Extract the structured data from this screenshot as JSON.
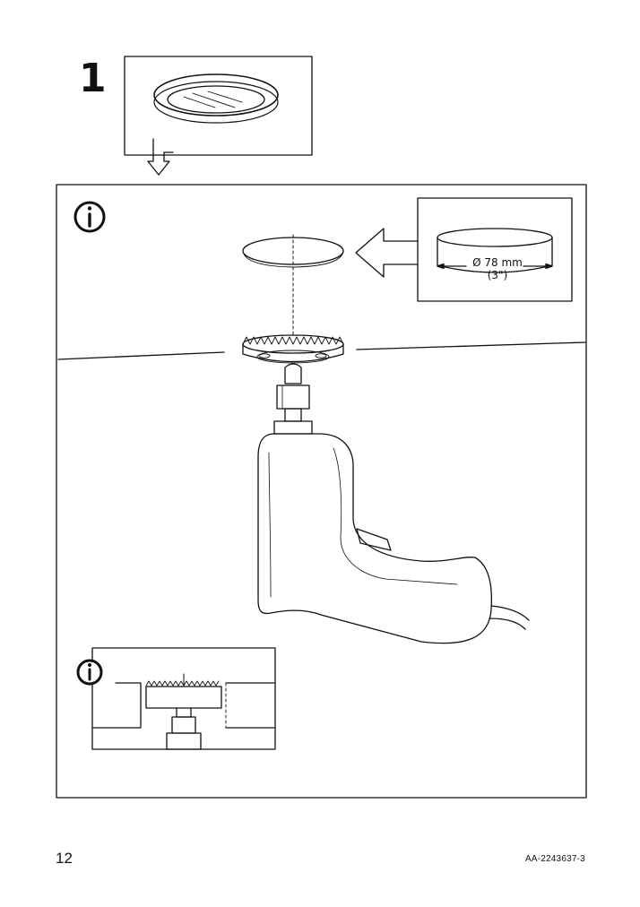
{
  "step": {
    "number": "1"
  },
  "dimension": {
    "metric": "Ø 78 mm",
    "imperial": "(3\")"
  },
  "footer": {
    "page_number": "12",
    "document_code": "AA-2243637-3"
  },
  "icons": {
    "info": "info-circle-icon",
    "arrow_down": "hollow-arrow-down-icon",
    "arrow_left": "hollow-arrow-left-icon"
  },
  "colors": {
    "ink": "#111111",
    "background": "#ffffff"
  }
}
